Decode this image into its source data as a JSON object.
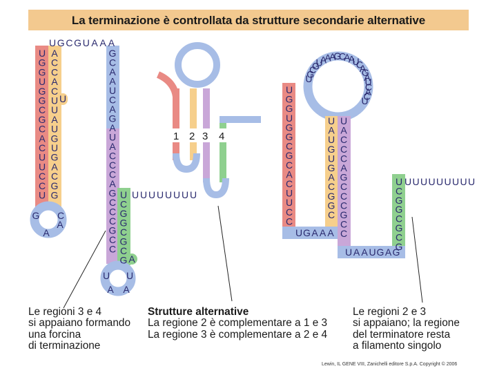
{
  "title": "La terminazione è controllata da strutture secondarie alternative",
  "left_structure": {
    "loop_top": "UGCGUAAA",
    "col1": [
      "U",
      "G",
      "G",
      "U",
      "G",
      "G",
      "C",
      "G",
      "C",
      "A",
      "C",
      "U",
      "U",
      "C",
      "C",
      "U"
    ],
    "col2": [
      "A",
      "C",
      "C",
      "A",
      "C",
      "U",
      "U",
      "A",
      "U",
      "G",
      "U",
      "G",
      "A",
      "C",
      "G",
      "G"
    ],
    "bulge": "U",
    "col3": [
      "G",
      "C",
      "A",
      "A",
      "U",
      "C",
      "A",
      "G",
      "A",
      "U",
      "A",
      "C",
      "C",
      "C",
      "A",
      "G",
      "C",
      "C",
      "C",
      "G",
      "C",
      "C"
    ],
    "col4": [
      "U",
      "C",
      "G",
      "G",
      "C",
      "G",
      "C",
      "G"
    ],
    "bulge2": "A",
    "poly_u": "UUUUUUUU",
    "loop_bottom_left": [
      "G",
      "A"
    ],
    "loop_bottom_right": [
      "C",
      "A"
    ],
    "loop2_left": [
      "U",
      "A"
    ],
    "loop2_right": [
      "U",
      "A"
    ]
  },
  "middle_structure": {
    "region_labels": [
      "1",
      "2",
      "3",
      "4"
    ]
  },
  "right_structure": {
    "loop_arc": [
      "U",
      "G",
      "C",
      "G",
      "U",
      "A",
      "A",
      "A",
      "G",
      "C",
      "A",
      "A",
      "U",
      "C",
      "A",
      "G",
      "A",
      "U",
      "C",
      "A",
      "C",
      "U"
    ],
    "col1": [
      "U",
      "G",
      "G",
      "U",
      "G",
      "G",
      "C",
      "G",
      "C",
      "A",
      "C",
      "U",
      "U",
      "C",
      "C"
    ],
    "col2": [
      "U",
      "A",
      "U",
      "G",
      "U",
      "G",
      "A",
      "C",
      "G",
      "G",
      "C"
    ],
    "col3": [
      "U",
      "A",
      "C",
      "C",
      "C",
      "A",
      "G",
      "C",
      "C",
      "C",
      "G",
      "C",
      "C"
    ],
    "col4": [
      "U",
      "C",
      "G",
      "G",
      "C",
      "G",
      "C",
      "G"
    ],
    "foot1": "UGAAA",
    "foot2": "UAAUGAG",
    "poly_u": "UUUUUUUUU"
  },
  "captions": {
    "left": [
      "Le regioni 3 e 4",
      "si appaiano formando",
      "una forcina",
      "di terminazione"
    ],
    "middle_title": "Strutture alternative",
    "middle": [
      "La regione 2 è complementare a 1 e 3",
      "La regione 3 è complementare a 2 e 4"
    ],
    "right": [
      "Le regioni 2 e 3",
      "si appaiano; la regione",
      "del terminatore resta",
      "a filamento singolo"
    ]
  },
  "credit": "Lewin, IL GENE VIII, Zanichelli editore S.p.A. Copyright © 2006",
  "colors": {
    "region1": "#e98a84",
    "region2": "#f6cf8c",
    "region3": "#c9a7d8",
    "region4": "#8fd08f",
    "loop": "#a7bde6",
    "title_bar": "#f3c98f",
    "nucleotide_text": "#2a2a6e"
  }
}
